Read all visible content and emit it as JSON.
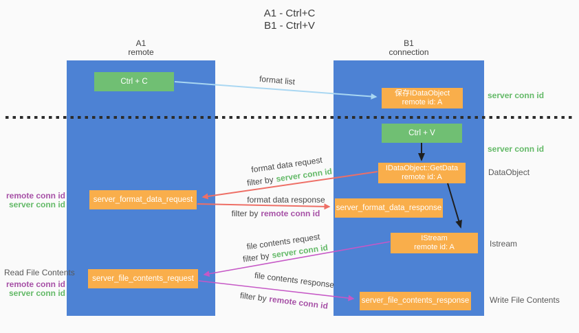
{
  "title": {
    "line1": "A1 - Ctrl+C",
    "line2": "B1 - Ctrl+V"
  },
  "columns": {
    "left": {
      "name": "A1",
      "role": "remote"
    },
    "right": {
      "name": "B1",
      "role": "connection"
    }
  },
  "boxes": {
    "ctrl_c": {
      "label": "Ctrl + C"
    },
    "save_dataobject": {
      "line1": "保存IDataObject",
      "line2": "remote id: A"
    },
    "ctrl_v": {
      "label": "Ctrl + V"
    },
    "getdata": {
      "line1": "IDataObject::GetData",
      "line2": "remote id: A"
    },
    "server_format_data_request": {
      "label": "server_format_data_request"
    },
    "server_format_data_response": {
      "label": "server_format_data_response"
    },
    "istream": {
      "line1": "IStream",
      "line2": "remote id: A"
    },
    "server_file_contents_request": {
      "label": "server_file_contents_request"
    },
    "server_file_contents_response": {
      "label": "server_file_contents_response"
    }
  },
  "arrow_labels": {
    "format_list": "format list",
    "format_data_request": "format data request",
    "format_data_request_filter": {
      "prefix": "filter by",
      "keyword": "server conn id"
    },
    "format_data_response": "format data response",
    "format_data_response_filter": {
      "prefix": "filter by",
      "keyword": "remote conn id"
    },
    "file_contents_request": "file contents request",
    "file_contents_request_filter": {
      "prefix": "filter by",
      "keyword": "server conn id"
    },
    "file_contents_response": "file contents response",
    "file_contents_response_filter": {
      "prefix": "filter by",
      "keyword": "remote conn id"
    }
  },
  "side_labels": {
    "right_server_conn_id_top": "server conn id",
    "right_server_conn_id_mid": "server conn id",
    "right_dataobject": "DataObject",
    "right_istream": "Istream",
    "right_write_file_contents": "Write File Contents",
    "left_remote_conn_id_top": "remote conn id",
    "left_server_conn_id_top": "server conn id",
    "left_read_file_contents": "Read File Contents",
    "left_remote_conn_id_bottom": "remote conn id",
    "left_server_conn_id_bottom": "server conn id"
  },
  "colors": {
    "column_blue": "#4d82d4",
    "box_green": "#70bf73",
    "box_orange": "#f9ae4b",
    "arrow_red": "#ee6f66",
    "arrow_magenta": "#c658c6",
    "arrow_lightblue": "#a9d7f2",
    "arrow_black": "#1f1f1f",
    "text_green": "#63b967",
    "text_purple": "#a650a6",
    "text_gray": "#585858",
    "background": "#fafafa"
  }
}
